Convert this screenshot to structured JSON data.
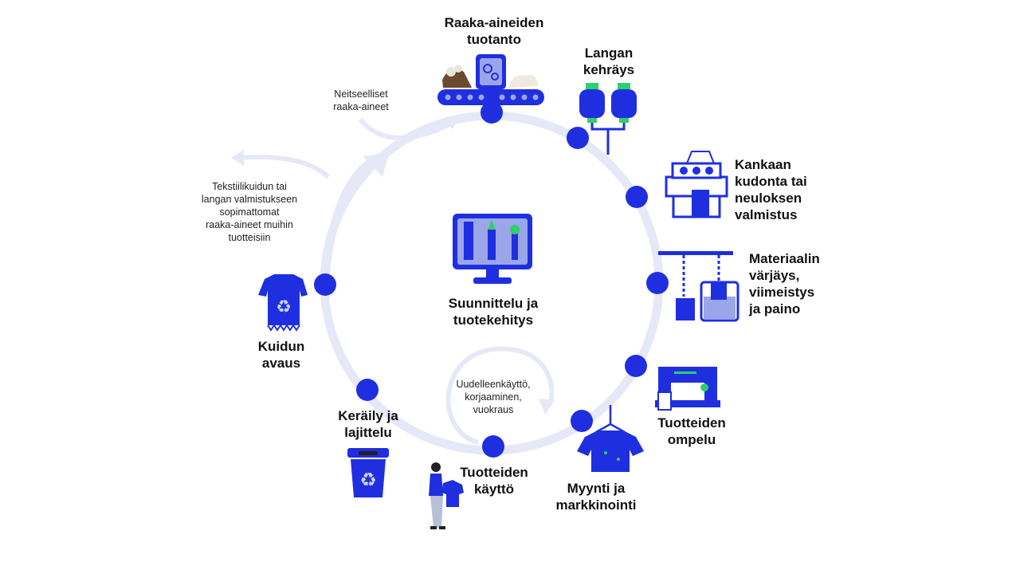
{
  "stages": {
    "raw_materials": "Raaka-aineiden\ntuotanto",
    "spinning": "Langan\nkehräys",
    "weaving": "Kankaan\nkudonta tai\nneuloksen\nvalmistus",
    "dyeing": "Materiaalin\nvärjäys,\nviimeistys\nja paino",
    "sewing": "Tuotteiden\nompelu",
    "sales": "Myynti ja\nmarkkinointi",
    "use": "Tuotteiden\nkäyttö",
    "collection": "Keräily ja\nlajittelu",
    "fiber_opening": "Kuidun\navaus",
    "design": "Suunnittelu ja\ntuotekehitys"
  },
  "notes": {
    "virgin": "Neitseelliset\nraaka-aineet",
    "other_products": "Tekstiilikuidun tai\nlangan valmistukseen\nsopimattomat\nraaka-aineet muihin\ntuotteisiin",
    "reuse": "Uudelleenkäyttö,\nkorjaaminen,\nvuokraus"
  },
  "colors": {
    "primary": "#1f2fe0",
    "ring": "#e6e8f7",
    "icon_light": "#9aa6e8",
    "green": "#2fcf6a"
  }
}
